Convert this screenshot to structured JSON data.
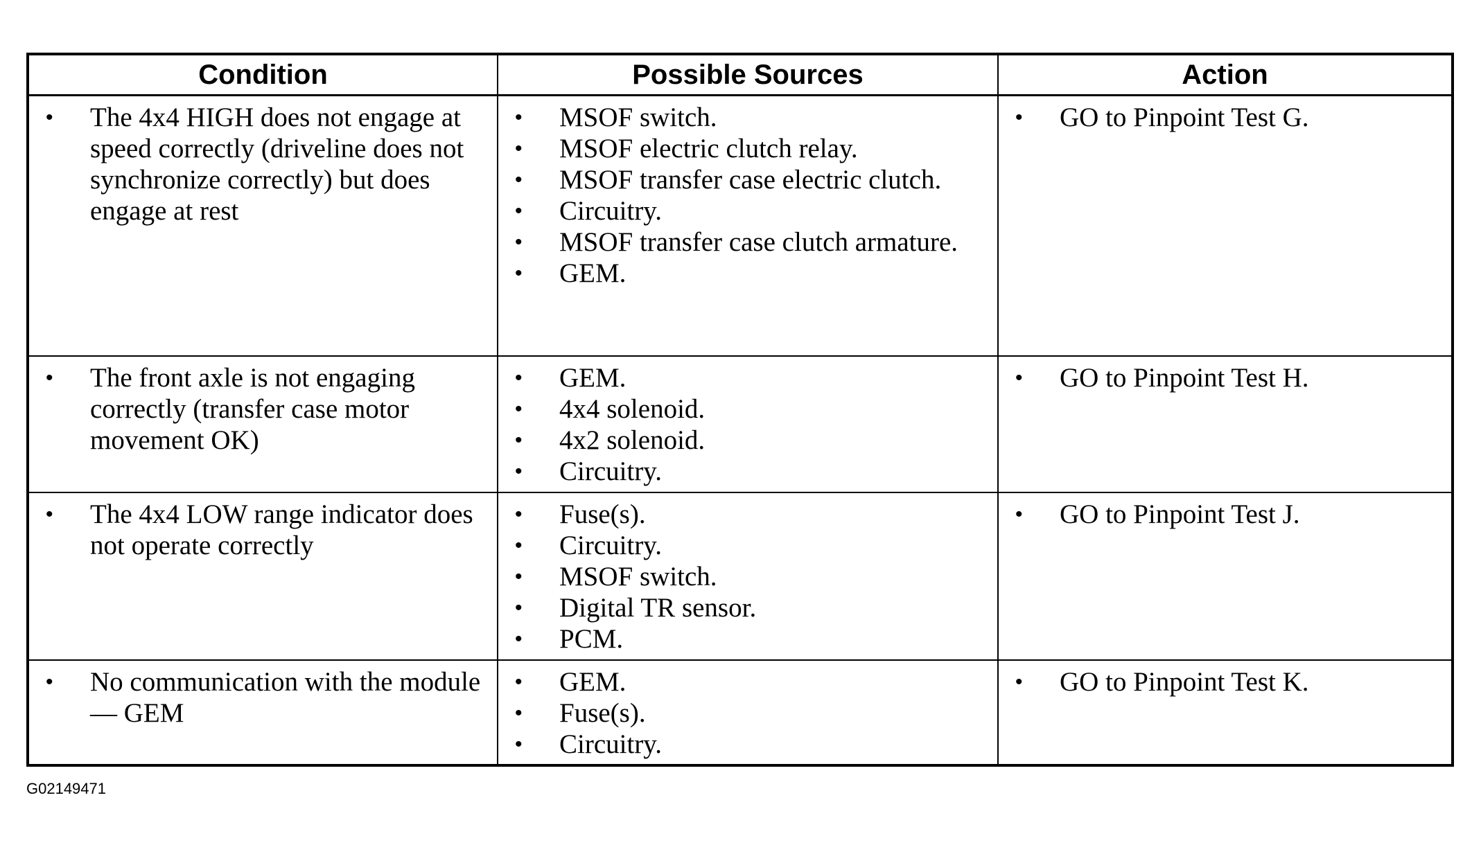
{
  "table": {
    "headers": {
      "condition": "Condition",
      "sources": "Possible Sources",
      "action": "Action"
    },
    "rows": [
      {
        "condition": "The 4x4 HIGH does not engage at speed correctly (driveline does not synchronize correctly) but does engage at rest",
        "sources": [
          "MSOF switch.",
          "MSOF electric clutch relay.",
          "MSOF transfer case electric clutch.",
          "Circuitry.",
          "MSOF transfer case clutch armature.",
          "GEM."
        ],
        "action": "GO to Pinpoint Test G."
      },
      {
        "condition": "The front axle is not engaging correctly (transfer case motor movement OK)",
        "sources": [
          "GEM.",
          "4x4 solenoid.",
          "4x2 solenoid.",
          "Circuitry."
        ],
        "action": "GO to Pinpoint Test H."
      },
      {
        "condition": "The 4x4 LOW range indicator does not operate correctly",
        "sources": [
          "Fuse(s).",
          "Circuitry.",
          "MSOF switch.",
          "Digital TR sensor.",
          "PCM."
        ],
        "action": "GO to Pinpoint Test J."
      },
      {
        "condition": "No communication with the module — GEM",
        "sources": [
          "GEM.",
          "Fuse(s).",
          "Circuitry."
        ],
        "action": "GO to Pinpoint Test K."
      }
    ]
  },
  "figure_id": "G02149471"
}
